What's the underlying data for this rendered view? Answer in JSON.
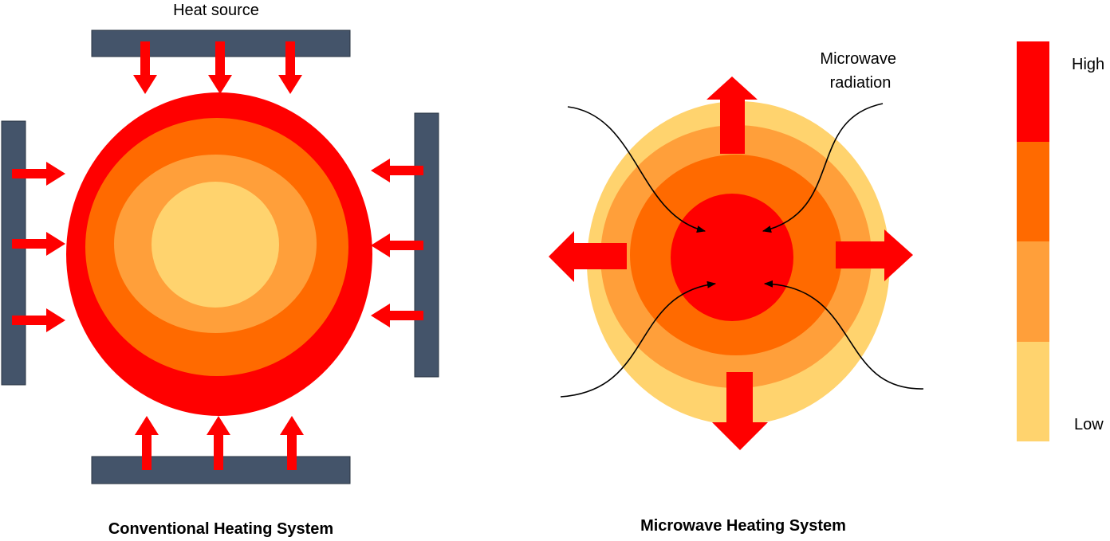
{
  "labels": {
    "heat_source": "Heat source",
    "microwave_radiation_line1": "Microwave",
    "microwave_radiation_line2": "radiation",
    "conventional_caption": "Conventional Heating System",
    "microwave_caption": "Microwave Heating System"
  },
  "legend": {
    "high": "High",
    "low": "Low",
    "levels_high_to_low": [
      "#ff0000",
      "#ff6a00",
      "#ff9f3a",
      "#ffd36e"
    ]
  },
  "colors": {
    "heat_source_plate": "#44546a",
    "arrow": "#ff0000",
    "curve": "#000000"
  },
  "conventional_layers_outer_to_inner": [
    "#ff0000",
    "#ff6a00",
    "#ff9f3a",
    "#ffd36e"
  ],
  "microwave_layers_outer_to_inner": [
    "#ffd36e",
    "#ff9f3a",
    "#ff6a00",
    "#ff0000"
  ]
}
